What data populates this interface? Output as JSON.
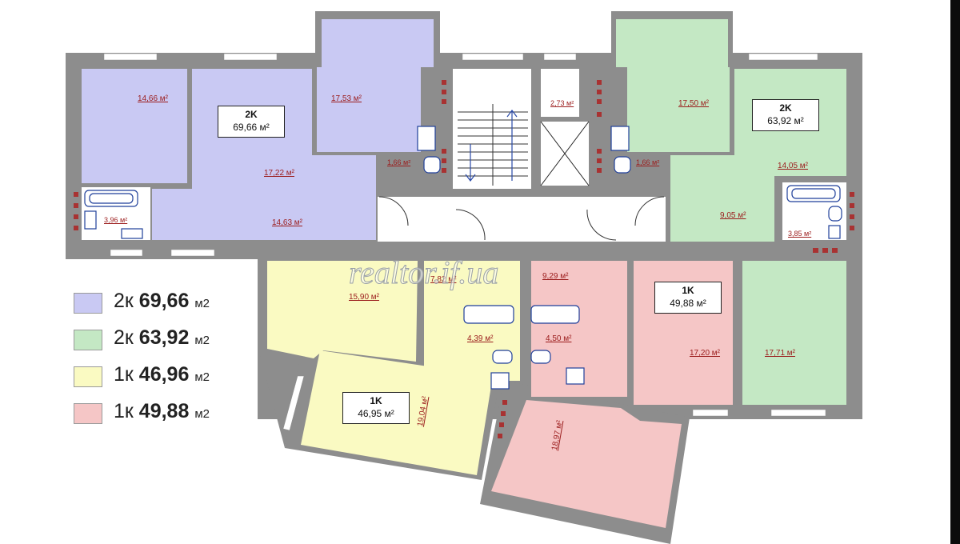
{
  "apartments": [
    {
      "id": "apt-2k-a",
      "type": "2K",
      "area": "69,66 м²",
      "color": "#c9c9f3"
    },
    {
      "id": "apt-2k-b",
      "type": "2K",
      "area": "63,92 м²",
      "color": "#c4e8c4"
    },
    {
      "id": "apt-1k-a",
      "type": "1K",
      "area": "46,95 м²",
      "color": "#fafac2"
    },
    {
      "id": "apt-1k-b",
      "type": "1K",
      "area": "49,88 м²",
      "color": "#f5c6c6"
    }
  ],
  "rooms": [
    "14,66 м²",
    "17,53 м²",
    "17,22 м²",
    "1,66 м²",
    "14,63 м²",
    "3,96 м²",
    "2,73 м²",
    "17,50 м²",
    "1,66 м²",
    "14,05 м²",
    "9,05 м²",
    "3,85 м²",
    "15,90 м²",
    "7,82 м²",
    "9,29 м²",
    "4,39 м²",
    "4,50 м²",
    "17,20 м²",
    "17,71 м²",
    "19,04 м²",
    "18,97 м²"
  ],
  "legend": [
    {
      "prefix": "2к",
      "area": "69,66",
      "unit": "м2",
      "color": "#c9c9f3"
    },
    {
      "prefix": "2к",
      "area": "63,92",
      "unit": "м2",
      "color": "#c4e8c4"
    },
    {
      "prefix": "1к",
      "area": "46,96",
      "unit": "м2",
      "color": "#fafac2"
    },
    {
      "prefix": "1к",
      "area": "49,88",
      "unit": "м2",
      "color": "#f5c6c6"
    }
  ],
  "watermark": "realtor.if.ua",
  "colors": {
    "wall": "#8d8d8d",
    "window": "#ffffff",
    "brick": "#a83232",
    "fixture": "#1f3f9a"
  }
}
